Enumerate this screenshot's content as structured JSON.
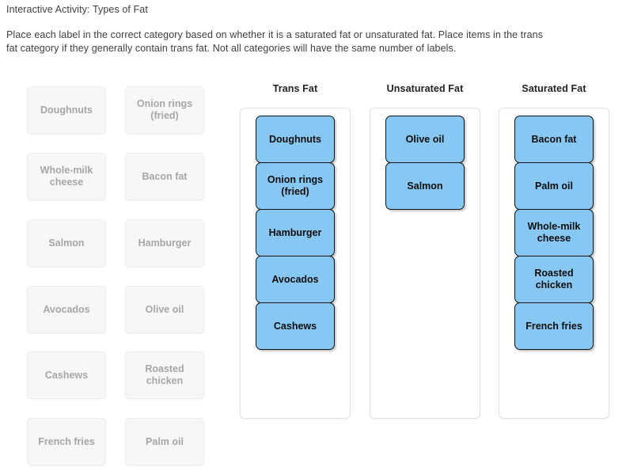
{
  "activity": {
    "title": "Interactive Activity: Types of Fat",
    "instructions": "Place each label in the correct category based on whether it is a saturated fat or unsaturated fat. Place items in the trans fat category if they generally contain trans fat. Not all categories will have the same number of labels."
  },
  "colors": {
    "placed_tile_fill": "#86c8f3",
    "placed_tile_border": "#131313",
    "placed_tile_text": "#0d0d0d",
    "pool_tile_fill": "#f7f7f7",
    "pool_tile_border": "#ededed",
    "pool_tile_text": "#a6a6a6",
    "drop_zone_border": "#e2e2e2",
    "header_text": "#222222",
    "body_text": "#3f3f3f"
  },
  "label_pool": {
    "items": [
      {
        "label": "Doughnuts"
      },
      {
        "label": "Onion rings (fried)"
      },
      {
        "label": "Whole-milk cheese"
      },
      {
        "label": "Bacon fat"
      },
      {
        "label": "Salmon"
      },
      {
        "label": "Hamburger"
      },
      {
        "label": "Avocados"
      },
      {
        "label": "Olive oil"
      },
      {
        "label": "Cashews"
      },
      {
        "label": "Roasted chicken"
      },
      {
        "label": "French fries"
      },
      {
        "label": "Palm oil"
      }
    ]
  },
  "categories": [
    {
      "id": "trans",
      "header": "Trans Fat",
      "placed": [
        {
          "label": "Doughnuts"
        },
        {
          "label": "Onion rings (fried)"
        },
        {
          "label": "Hamburger"
        },
        {
          "label": "Avocados"
        },
        {
          "label": "Cashews"
        }
      ]
    },
    {
      "id": "unsaturated",
      "header": "Unsaturated Fat",
      "placed": [
        {
          "label": "Olive oil"
        },
        {
          "label": "Salmon"
        }
      ]
    },
    {
      "id": "saturated",
      "header": "Saturated Fat",
      "placed": [
        {
          "label": "Bacon fat"
        },
        {
          "label": "Palm oil"
        },
        {
          "label": "Whole-milk cheese"
        },
        {
          "label": "Roasted chicken"
        },
        {
          "label": "French fries"
        }
      ]
    }
  ]
}
